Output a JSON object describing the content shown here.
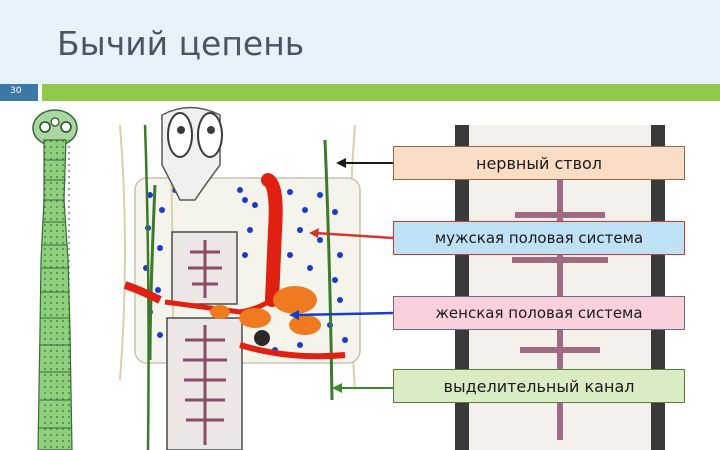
{
  "slide": {
    "title": "Бычий цепень",
    "number": "30"
  },
  "labels": [
    {
      "text": "нервный ствол",
      "color": "#1a1a1a"
    },
    {
      "text": "мужская половая система",
      "color": "#d0392f"
    },
    {
      "text": "женская половая система",
      "color": "#1a3cc8"
    },
    {
      "text": "выделительный канал",
      "color": "#3f8a2a"
    }
  ],
  "colors": {
    "rule": "#92c94a",
    "slide_number_box": "#3b78a8",
    "testes": "#1a3cc8",
    "male_duct": "#e02010",
    "ovary": "#f07a20",
    "nerve_trunk": "#3a7a2a",
    "uterus": "#8a4a6a"
  }
}
